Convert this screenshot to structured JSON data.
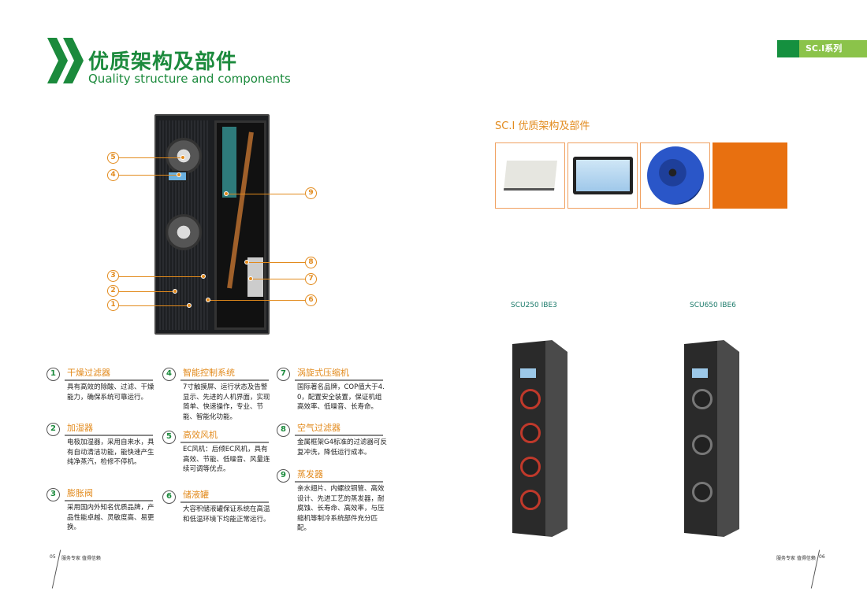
{
  "header": {
    "title_cn": "优质架构及部件",
    "title_en": "Quality structure and components",
    "series_badge": "SC.I系列"
  },
  "diagram": {
    "callouts": [
      "5",
      "4",
      "9",
      "8",
      "3",
      "7",
      "2",
      "6",
      "1"
    ]
  },
  "features": [
    {
      "num": "1",
      "title": "干燥过滤器",
      "desc": "具有高效的除酸、过滤、干燥能力，确保系统可靠运行。"
    },
    {
      "num": "2",
      "title": "加湿器",
      "desc": "电极加湿器，采用自来水，具有自动清洁功能，能快速产生纯净蒸汽，检修不停机。"
    },
    {
      "num": "3",
      "title": "膨胀阀",
      "desc": "采用国内外知名优质品牌，产品性能卓越、灵敏度高、易更换。"
    },
    {
      "num": "4",
      "title": "智能控制系统",
      "desc": "7寸触摸屏、运行状态及告警显示、先进的人机界面，实现简单、快速操作，专业、节能、智能化功能。"
    },
    {
      "num": "5",
      "title": "高效风机",
      "desc": "EC风机：后倾EC风机，具有高效、节能、低噪音、风量连续可调等优点。"
    },
    {
      "num": "6",
      "title": "储液罐",
      "desc": "大容积储液罐保证系统在高温和低温环境下均能正常运行。"
    },
    {
      "num": "7",
      "title": "涡旋式压缩机",
      "desc": "国际著名品牌，COP值大于4.0，配置安全装置，保证机组高效率、低噪音、长寿命。"
    },
    {
      "num": "8",
      "title": "空气过滤器",
      "desc": "金属框架G4标准的过滤器可反复冲洗，降低运行成本。"
    },
    {
      "num": "9",
      "title": "蒸发器",
      "desc": "亲水翅片、内螺纹铜管、高效设计、先进工艺的蒸发器，耐腐蚀、长寿命、高效率，与压缩机等制冷系统部件充分匹配。"
    }
  ],
  "right": {
    "section_title": "SC.I 优质架构及部件",
    "products": [
      "SCU250 IBE3",
      "SCU650 IBE6"
    ]
  },
  "footer": {
    "left_page": "05",
    "left_text": "服务专家 值得信赖",
    "right_text": "服务专家 值得信赖",
    "right_page": "06"
  },
  "colors": {
    "green": "#1b8a3c",
    "orange": "#e28a1c",
    "badge_light": "#8bc34a",
    "badge_dark": "#15903f",
    "orange_block": "#e87010"
  }
}
